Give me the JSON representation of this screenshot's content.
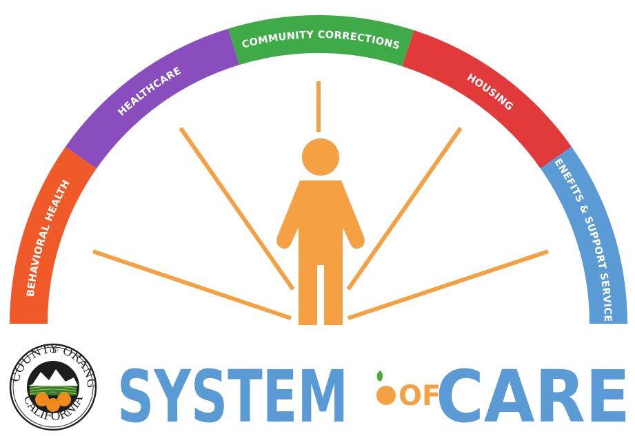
{
  "segments": [
    {
      "label": "BEHAVIORAL HEALTH",
      "color": "#f05a28"
    },
    {
      "label": "HEALTHCARE",
      "color": "#8a4dbe"
    },
    {
      "label": "COMMUNITY CORRECTIONS",
      "color": "#3fab48"
    },
    {
      "label": "HOUSING",
      "color": "#e23a3a"
    },
    {
      "label": "BENEFITS & SUPPORT SERVICES",
      "color": "#5b9bd5"
    }
  ],
  "title": {
    "system": "SYSTEM",
    "of": "OF",
    "care": "CARE"
  },
  "seal": {
    "top_text": "COUNTY",
    "of_text": "OF",
    "orange_text": "ORANGE",
    "bottom_text": "CALIFORNIA"
  },
  "colors": {
    "person": "#f5a043",
    "rays": "#f5a043",
    "title": "#5b9bd5",
    "leaf": "#4aa83e"
  },
  "icons": {
    "person": "person-icon",
    "orange": "orange-fruit-icon",
    "seal": "county-seal-icon"
  }
}
